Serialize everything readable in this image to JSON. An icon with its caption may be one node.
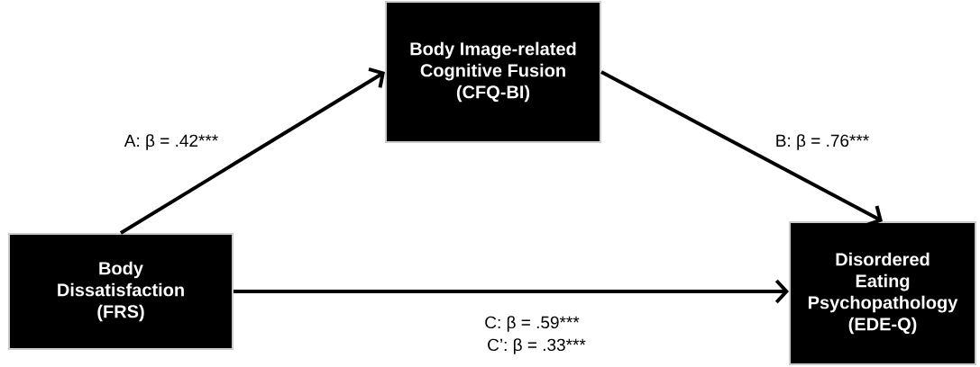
{
  "diagram": {
    "nodes": [
      {
        "text": [
          "Body Image-related Cognitive Fusion (CFQ-BI)"
        ]
      },
      {
        "text": [
          "Body Dissatisfaction (FRS)"
        ]
      },
      {
        "text": [
          "Disordered Eating Psychopathology (EDE-Q)"
        ]
      }
    ],
    "edges": [
      {
        "from": 1,
        "to": 0,
        "arrow": "to",
        "label": "A: β = .42***"
      },
      {
        "from": 0,
        "to": 2,
        "arrow": "to",
        "label": "B: β = .76***"
      },
      {
        "from": 1,
        "to": 2,
        "arrow": "to",
        "label": "C: β = .59***"
      }
    ],
    "labels": [
      "C’: β = .33***"
    ]
  }
}
